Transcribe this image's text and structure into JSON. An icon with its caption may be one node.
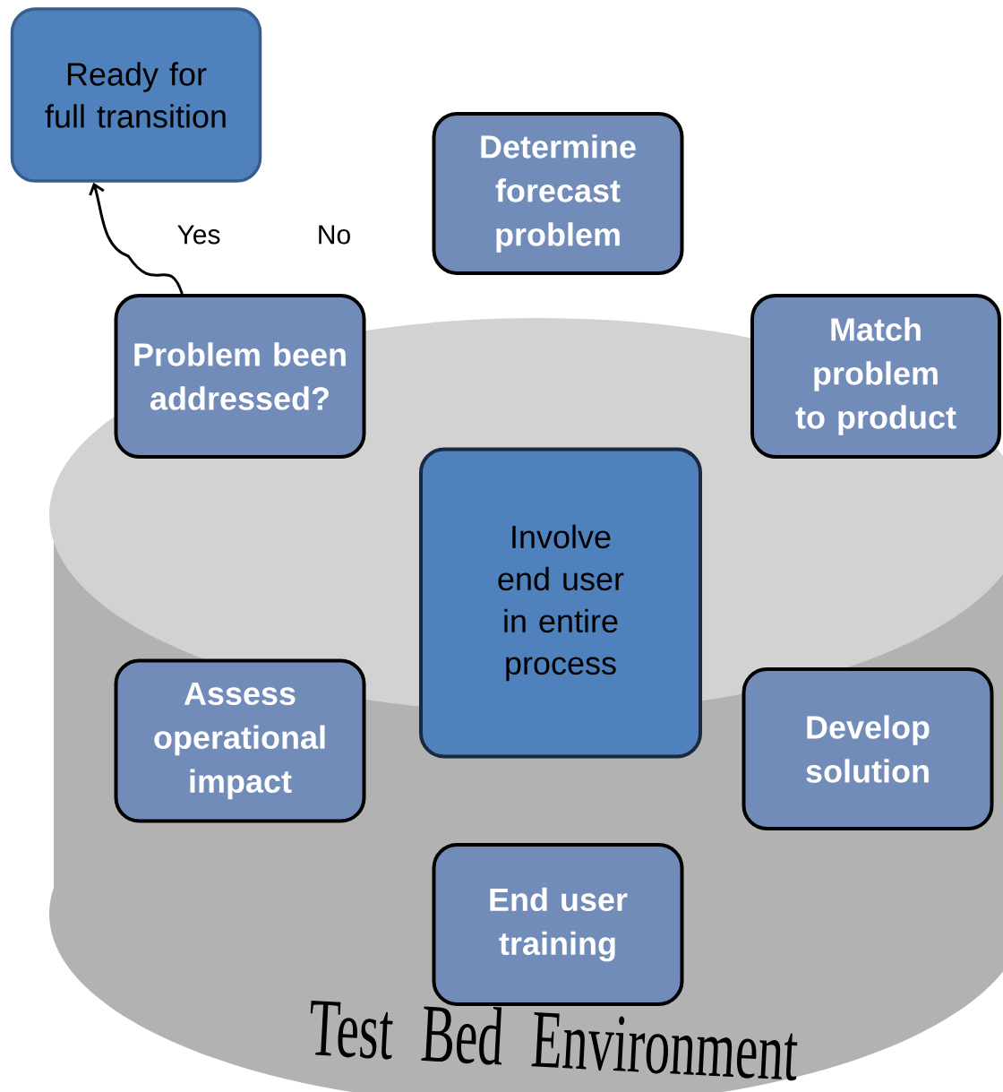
{
  "diagram": {
    "nodes": [
      {
        "text": [
          "Ready for full transition"
        ]
      },
      {
        "text": [
          "Determine forecast problem"
        ]
      },
      {
        "text": [
          "Problem been addressed?"
        ]
      },
      {
        "text": [
          "Match problem to product"
        ]
      },
      {
        "text": [
          "Test Bed Environment"
        ]
      },
      {
        "text": [
          "Involve end user in entire process"
        ],
        "in": 4
      },
      {
        "text": [
          "Assess operational impact"
        ],
        "in": 4
      },
      {
        "text": [
          "Develop solution"
        ],
        "in": 4
      },
      {
        "text": [
          "End user training"
        ],
        "in": 4
      }
    ],
    "edges": [
      {
        "from": 2,
        "to": 0,
        "arrow": "to"
      }
    ],
    "labels": [
      "Yes",
      "No"
    ]
  }
}
